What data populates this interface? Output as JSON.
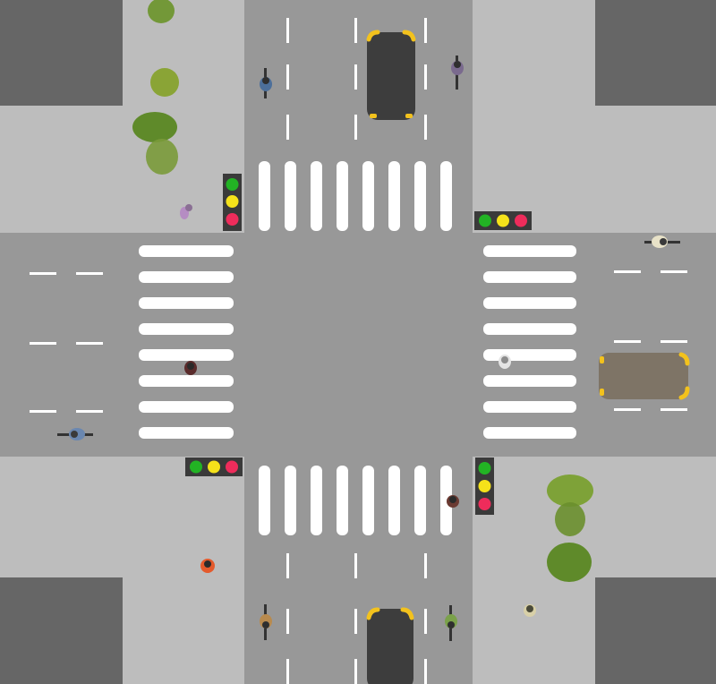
{
  "scene": {
    "type": "top-down intersection simulation",
    "colors": {
      "road": "#989898",
      "sidewalk": "#bdbdbd",
      "building": "#666666",
      "lane_marking": "#ffffff",
      "crosswalk": "#ffffff",
      "car_dark": "#3d3d3d",
      "car_brown": "#7e7466",
      "headlight": "#f3c21d",
      "signal_housing": "#3a3a3a",
      "signal_green": "#22b324",
      "signal_yellow": "#f5e21a",
      "signal_red": "#ee2c5b",
      "tree_light": "#8aa436",
      "tree_dark": "#5f8a2a"
    },
    "traffic_lights": [
      {
        "name": "north-west-signal",
        "orientation": "vertical",
        "lamps": [
          "green",
          "yellow",
          "red"
        ]
      },
      {
        "name": "north-east-signal",
        "orientation": "horizontal",
        "lamps": [
          "green",
          "yellow",
          "red"
        ]
      },
      {
        "name": "south-west-signal",
        "orientation": "horizontal",
        "lamps": [
          "green",
          "yellow",
          "red"
        ]
      },
      {
        "name": "south-east-signal",
        "orientation": "vertical",
        "lamps": [
          "green",
          "yellow",
          "red"
        ]
      }
    ],
    "vehicles": [
      {
        "name": "car-north-lane",
        "kind": "car",
        "color": "dark",
        "heading": "south"
      },
      {
        "name": "car-east-lane",
        "kind": "car",
        "color": "brown",
        "heading": "west"
      },
      {
        "name": "car-south-lane",
        "kind": "car",
        "color": "dark",
        "heading": "north"
      }
    ],
    "agents": [
      {
        "name": "cyclist-north-left",
        "kind": "cyclist"
      },
      {
        "name": "cyclist-north-right",
        "kind": "cyclist"
      },
      {
        "name": "cyclist-east-road",
        "kind": "cyclist"
      },
      {
        "name": "cyclist-west-road",
        "kind": "cyclist"
      },
      {
        "name": "cyclist-south-left",
        "kind": "cyclist"
      },
      {
        "name": "cyclist-south-right",
        "kind": "cyclist"
      },
      {
        "name": "pedestrian-nw-sidewalk",
        "kind": "pedestrian"
      },
      {
        "name": "pedestrian-west-crosswalk",
        "kind": "pedestrian"
      },
      {
        "name": "pedestrian-east-crosswalk",
        "kind": "pedestrian"
      },
      {
        "name": "pedestrian-south-crosswalk",
        "kind": "pedestrian"
      },
      {
        "name": "pedestrian-sw-sidewalk",
        "kind": "pedestrian"
      },
      {
        "name": "pedestrian-se-sidewalk",
        "kind": "pedestrian"
      }
    ],
    "trees": [
      "tree-nw-1",
      "tree-nw-2",
      "tree-nw-3",
      "tree-nw-4",
      "tree-se-1",
      "tree-se-2",
      "tree-se-3"
    ]
  }
}
